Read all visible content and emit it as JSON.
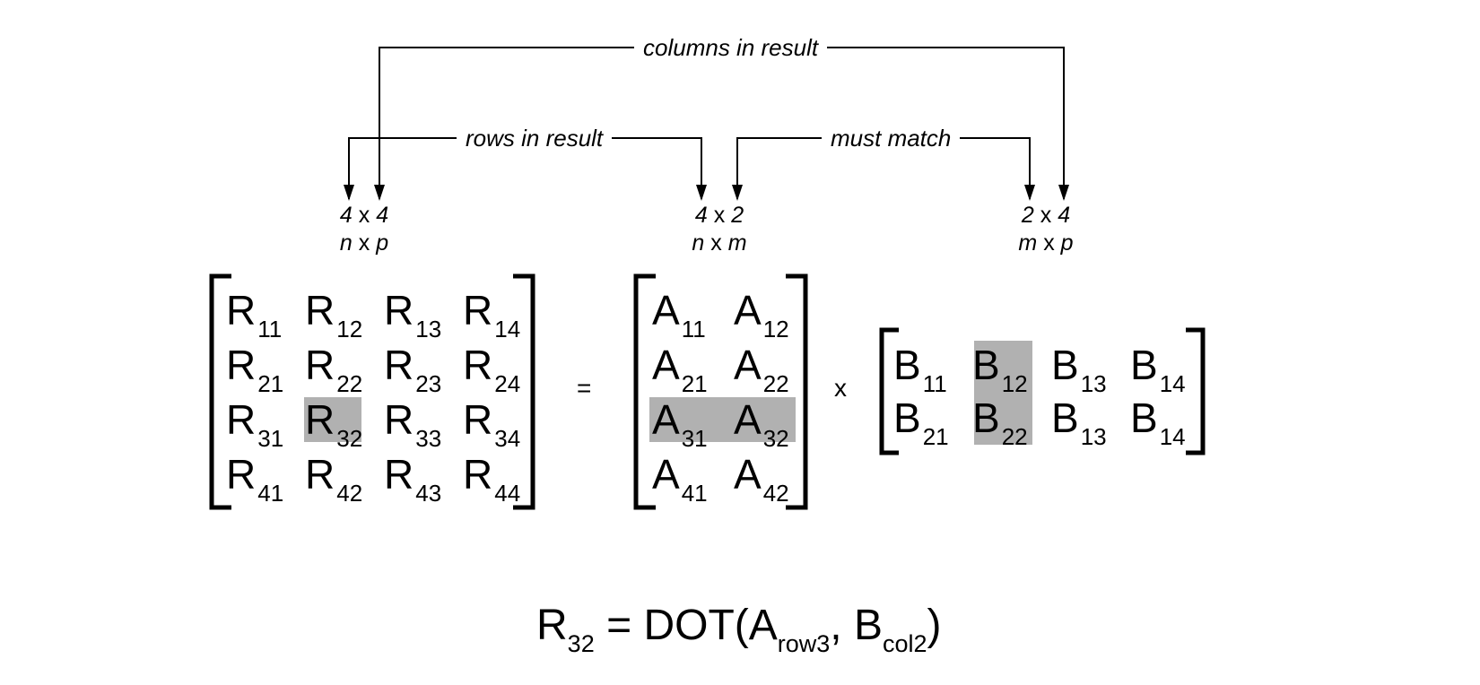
{
  "labels": {
    "columns": "columns in result",
    "rows": "rows in result",
    "match": "must match"
  },
  "dims": {
    "r": {
      "values": {
        "a": "4",
        "x": "x",
        "b": "4"
      },
      "symbols": {
        "a": "n",
        "x": "x",
        "b": "p"
      }
    },
    "a": {
      "values": {
        "a": "4",
        "x": "x",
        "b": "2"
      },
      "symbols": {
        "a": "n",
        "x": "x",
        "b": "m"
      }
    },
    "b": {
      "values": {
        "a": "2",
        "x": "x",
        "b": "4"
      },
      "symbols": {
        "a": "m",
        "x": "x",
        "b": "p"
      }
    }
  },
  "R": [
    [
      {
        "l": "R",
        "s": "11"
      },
      {
        "l": "R",
        "s": "12"
      },
      {
        "l": "R",
        "s": "13"
      },
      {
        "l": "R",
        "s": "14"
      }
    ],
    [
      {
        "l": "R",
        "s": "21"
      },
      {
        "l": "R",
        "s": "22"
      },
      {
        "l": "R",
        "s": "23"
      },
      {
        "l": "R",
        "s": "24"
      }
    ],
    [
      {
        "l": "R",
        "s": "31"
      },
      {
        "l": "R",
        "s": "32"
      },
      {
        "l": "R",
        "s": "33"
      },
      {
        "l": "R",
        "s": "34"
      }
    ],
    [
      {
        "l": "R",
        "s": "41"
      },
      {
        "l": "R",
        "s": "42"
      },
      {
        "l": "R",
        "s": "43"
      },
      {
        "l": "R",
        "s": "44"
      }
    ]
  ],
  "A": [
    [
      {
        "l": "A",
        "s": "11"
      },
      {
        "l": "A",
        "s": "12"
      }
    ],
    [
      {
        "l": "A",
        "s": "21"
      },
      {
        "l": "A",
        "s": "22"
      }
    ],
    [
      {
        "l": "A",
        "s": "31"
      },
      {
        "l": "A",
        "s": "32"
      }
    ],
    [
      {
        "l": "A",
        "s": "41"
      },
      {
        "l": "A",
        "s": "42"
      }
    ]
  ],
  "B": [
    [
      {
        "l": "B",
        "s": "11"
      },
      {
        "l": "B",
        "s": "12"
      },
      {
        "l": "B",
        "s": "13"
      },
      {
        "l": "B",
        "s": "14"
      }
    ],
    [
      {
        "l": "B",
        "s": "21"
      },
      {
        "l": "B",
        "s": "22"
      },
      {
        "l": "B",
        "s": "13"
      },
      {
        "l": "B",
        "s": "14"
      }
    ]
  ],
  "ops": {
    "equals": "=",
    "times": "x"
  },
  "formula": {
    "lhs": "R",
    "lhs_sub": "32",
    "eq": "=",
    "fn": "DOT(",
    "a": "A",
    "a_sub": "row3",
    "sep": ", ",
    "b": "B",
    "b_sub": "col2",
    "close": ")"
  },
  "highlight_color": "#b1b1b1"
}
